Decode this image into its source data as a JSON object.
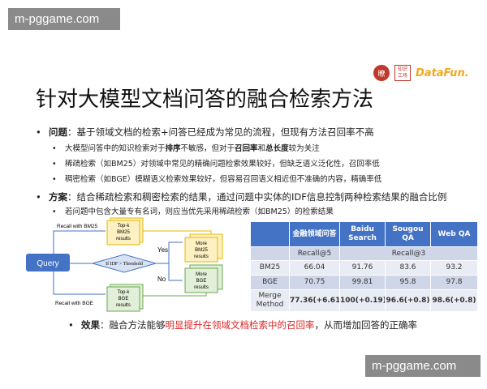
{
  "watermarks": [
    "m-pggame.com",
    "m-pggame.com"
  ],
  "logos": {
    "seal": "暸",
    "stamp": "知识工场",
    "datafun": "DataFun."
  },
  "title": "针对大模型文档问答的融合检索方法",
  "bullets": {
    "problem_label": "问题",
    "problem_text": "：基于领域文档的检索+问答已经成为常见的流程，但现有方法召回率不高",
    "sub1": [
      "大模型问答中的知识检索对于",
      "排序",
      "不敏感，但对于",
      "召回率",
      "和",
      "总长度",
      "较为关注"
    ],
    "sub2": "稀疏检索（如BM25）对领域中常见的精确问题检索效果较好，但缺乏语义泛化性，召回率低",
    "sub3": "稠密检索（如BGE）模糊语义检索效果较好，但容易召回语义相近但不准确的内容，精确率低",
    "plan_label": "方案",
    "plan_text": "：结合稀疏检索和稠密检索的结果，通过问题中实体的IDF信息控制两种检索结果的融合比例",
    "sub4": "若问题中包含大量专有名词，则应当优先采用稀疏检索（如BM25）的检索结果",
    "effect_label": "效果",
    "effect_pre": "：融合方法能够",
    "effect_red": "明显提升在领域文档检索中的召回率",
    "effect_post": "，从而增加回答的正确率"
  },
  "diagram": {
    "query": "Query",
    "recall_bm25": "Recall with BM25",
    "recall_bge": "Recall with BGE",
    "topk_bm25": [
      "Top-k",
      "BM25",
      "results"
    ],
    "topk_bge": [
      "Top-k",
      "BGE",
      "results"
    ],
    "condition": "If IDF > Threshold",
    "yes": "Yes",
    "no": "No",
    "more_bm25": [
      "More",
      "BM25",
      "results"
    ],
    "more_bge": [
      "More",
      "BGE",
      "results"
    ],
    "colors": {
      "query": "#4472c4",
      "bm25": "#fdf0c2",
      "bge": "#e2efd9"
    }
  },
  "table": {
    "headers": [
      "",
      "金融领域问答",
      "Baidu Search",
      "Sougou QA",
      "Web QA"
    ],
    "metric_row": [
      "",
      "Recall@5",
      "Recall@3"
    ],
    "rows": [
      [
        "BM25",
        "66.04",
        "91.76",
        "83.6",
        "93.2"
      ],
      [
        "BGE",
        "70.75",
        "99.81",
        "95.8",
        "97.8"
      ],
      [
        "Merge Method",
        "77.36(+6.61)",
        "100(+0.19)",
        "96.6(+0.8)",
        "98.6(+0.8)"
      ]
    ],
    "header_color": "#4472c4"
  }
}
